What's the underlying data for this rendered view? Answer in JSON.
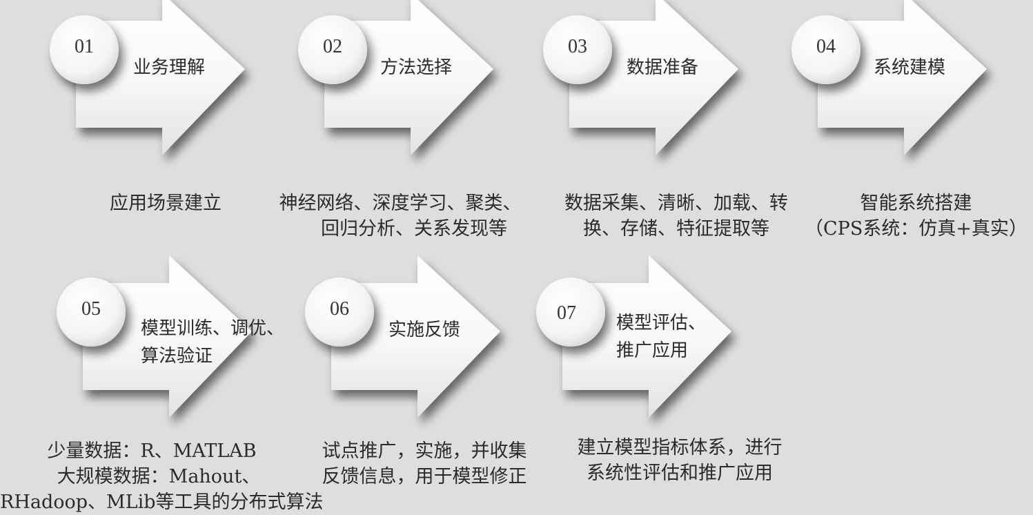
{
  "steps": [
    {
      "number": "01",
      "title": [
        "业务理解"
      ],
      "caption": [
        "应用场景建立"
      ]
    },
    {
      "number": "02",
      "title": [
        "方法选择"
      ],
      "caption": [
        "神经网络、深度学习、聚类、",
        "回归分析、关系发现等"
      ]
    },
    {
      "number": "03",
      "title": [
        "数据准备"
      ],
      "caption": [
        "数据采集、清晰、加载、转",
        "换、存储、特征提取等"
      ]
    },
    {
      "number": "04",
      "title": [
        "系统建模"
      ],
      "caption": [
        "智能系统搭建",
        "（CPS系统：仿真+真实）"
      ]
    },
    {
      "number": "05",
      "title": [
        "模型训练、调优、",
        "算法验证"
      ],
      "caption": [
        "少量数据：R、MATLAB",
        "大规模数据：Mahout、",
        "RHadoop、MLib等工具的分布式算法"
      ]
    },
    {
      "number": "06",
      "title": [
        "实施反馈"
      ],
      "caption": [
        "试点推广，实施，并收集",
        "反馈信息，用于模型修正"
      ]
    },
    {
      "number": "07",
      "title": [
        "模型评估、",
        "推广应用"
      ],
      "caption": [
        "建立模型指标体系，进行",
        "系统性评估和推广应用"
      ]
    }
  ]
}
